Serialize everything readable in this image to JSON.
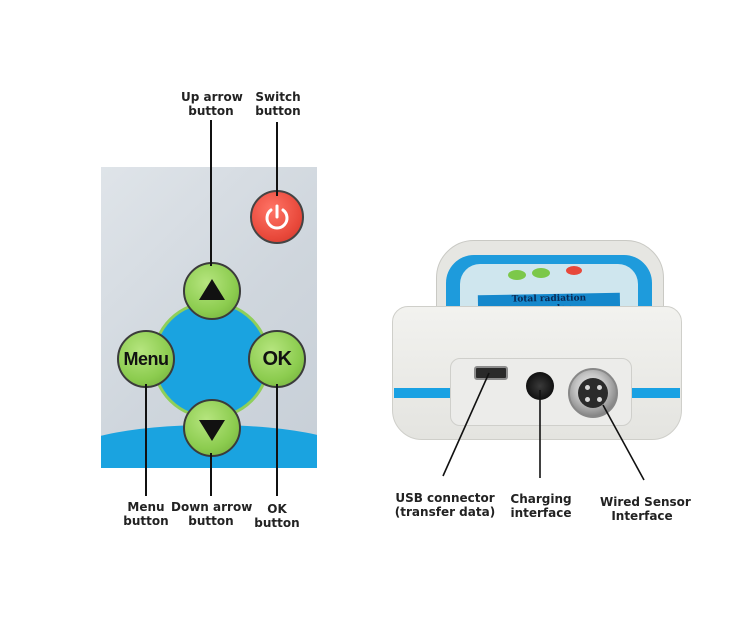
{
  "keypad": {
    "menu_text": "Menu",
    "ok_text": "OK",
    "callouts": {
      "up_arrow": [
        "Up arrow",
        "button"
      ],
      "switch": [
        "Switch",
        "button"
      ],
      "menu": [
        "Menu",
        "button"
      ],
      "down_arrow": [
        "Down arrow",
        "button"
      ],
      "ok": [
        "OK",
        "button"
      ]
    }
  },
  "device": {
    "face_label": [
      "Total radiation",
      "recorder"
    ],
    "callouts": {
      "usb": [
        "USB connector",
        "(transfer data)"
      ],
      "charging": [
        "Charging",
        "interface"
      ],
      "sensor": [
        "Wired Sensor",
        "Interface"
      ]
    }
  },
  "colors": {
    "accent_blue": "#1aa3e0",
    "button_green": "#8ccc4f",
    "power_red": "#e8483a"
  }
}
